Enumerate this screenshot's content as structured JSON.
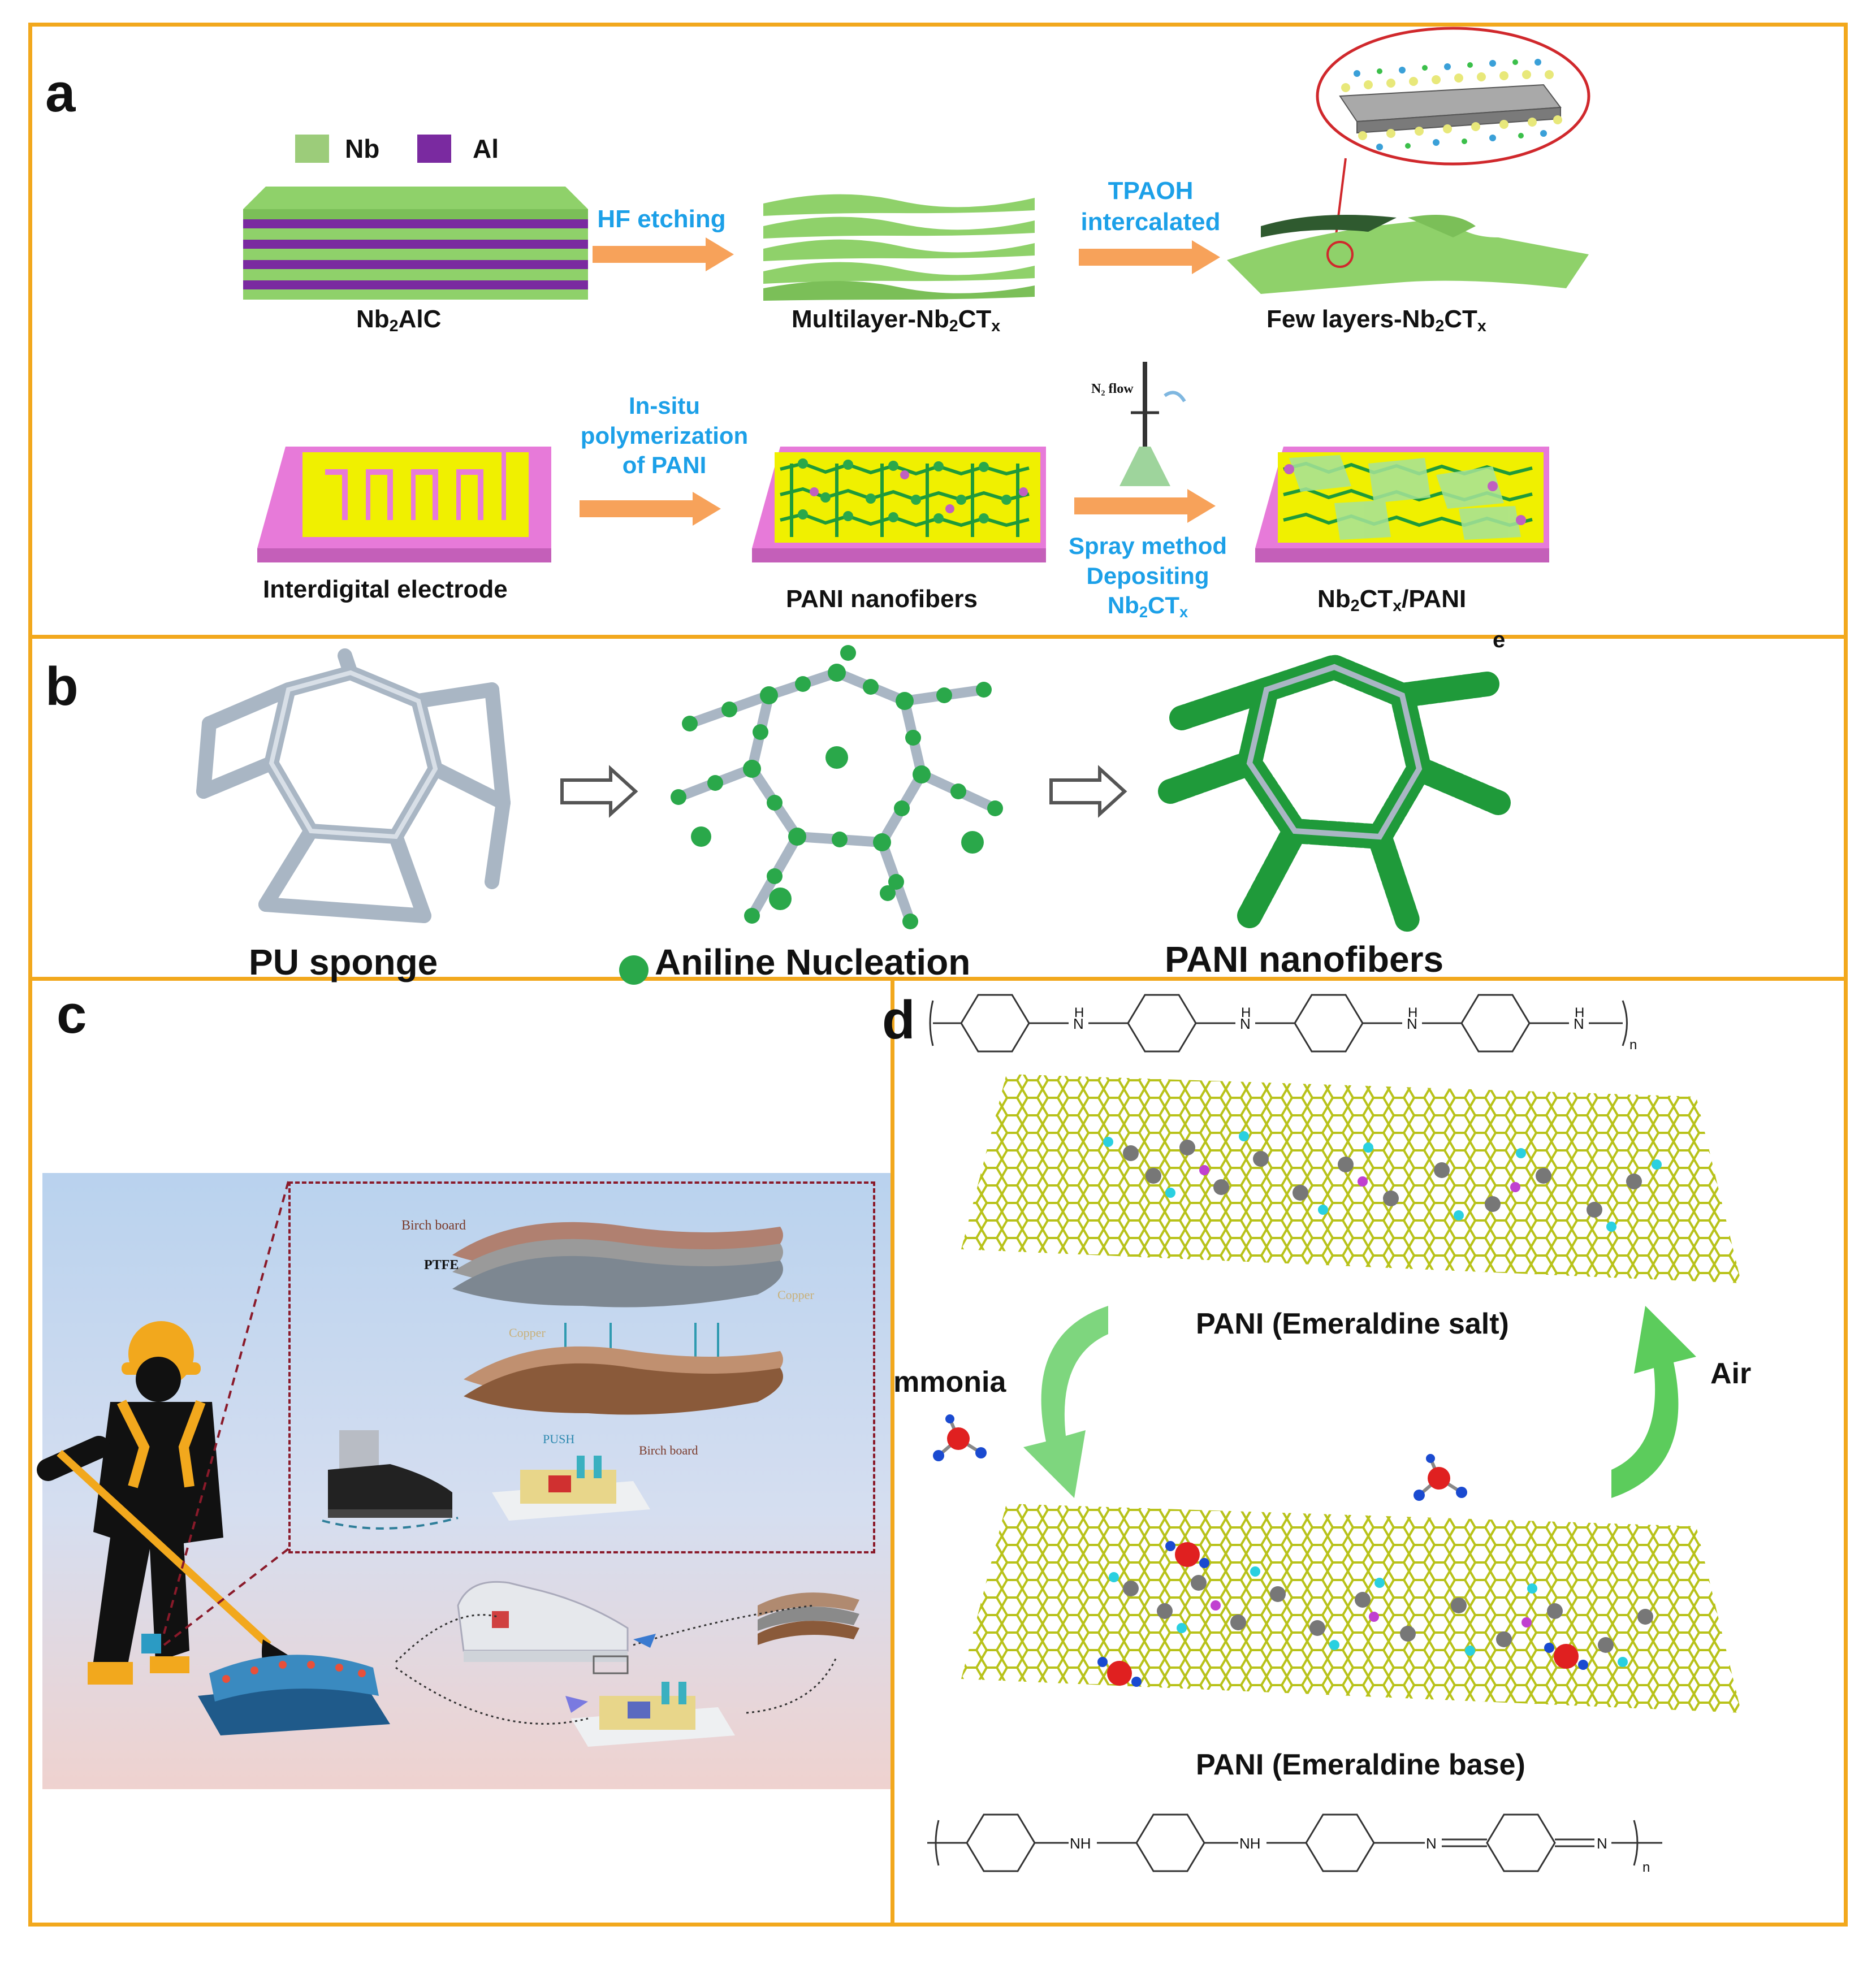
{
  "panels": {
    "a": "a",
    "b": "b",
    "c": "c",
    "d": "d"
  },
  "colors": {
    "frame": "#f2a81d",
    "process_text": "#1ca0e8",
    "arrow": "#f7a25a",
    "mxene": "#8fd16a",
    "al": "#7a2aa0",
    "electrode": "#f0f000",
    "substrate": "#e77ad9",
    "pani": "#1f9a3a",
    "graphene": "#b8c21a"
  },
  "panel_a": {
    "legend": {
      "nb": "Nb",
      "al": "Al"
    },
    "step1": {
      "label_pre": "Nb",
      "label_sub": "2",
      "label_post": "AlC"
    },
    "arrow1": "HF etching",
    "step2": {
      "label_pre": "Multilayer-Nb",
      "label_sub": "2",
      "label_post": "CT",
      "label_sub2": "x"
    },
    "arrow2": {
      "line1": "TPAOH",
      "line2": "intercalated"
    },
    "step3": {
      "label_pre": "Few layers-Nb",
      "label_sub": "2",
      "label_post": "CT",
      "label_sub2": "x"
    },
    "step4": {
      "label": "Interdigital electrode"
    },
    "arrow3": {
      "line1": "In-situ",
      "line2": "polymerization",
      "line3": "of PANI"
    },
    "step5": {
      "label": "PANI nanofibers"
    },
    "spray": {
      "flow": "N₂ flow"
    },
    "arrow4": {
      "line1": "Spray method",
      "line2": "Depositing",
      "line3_pre": "Nb",
      "line3_sub": "2",
      "line3_post": "CT",
      "line3_sub2": "x"
    },
    "step6": {
      "label_pre": "Nb",
      "label_sub": "2",
      "label_post": "CT",
      "label_sub2": "x",
      "label_tail": "/PANI"
    }
  },
  "panel_b": {
    "stage1": "PU sponge",
    "stage2": "Aniline Nucleation",
    "stage3": "PANI nanofibers",
    "stray": "e"
  },
  "panel_c": {
    "birch_top": "Birch board",
    "ptfe": "PTFE",
    "copper_left": "Copper",
    "copper_right": "Copper",
    "push": "PUSH",
    "birch_bottom": "Birch board"
  },
  "panel_d": {
    "top_label": "PANI (Emeraldine salt)",
    "bottom_label": "PANI (Emeraldine base)",
    "left_arrow": "mmonia",
    "right_arrow": "Air",
    "nh": "NH",
    "n": "N",
    "h": "H",
    "repeat": "n"
  }
}
